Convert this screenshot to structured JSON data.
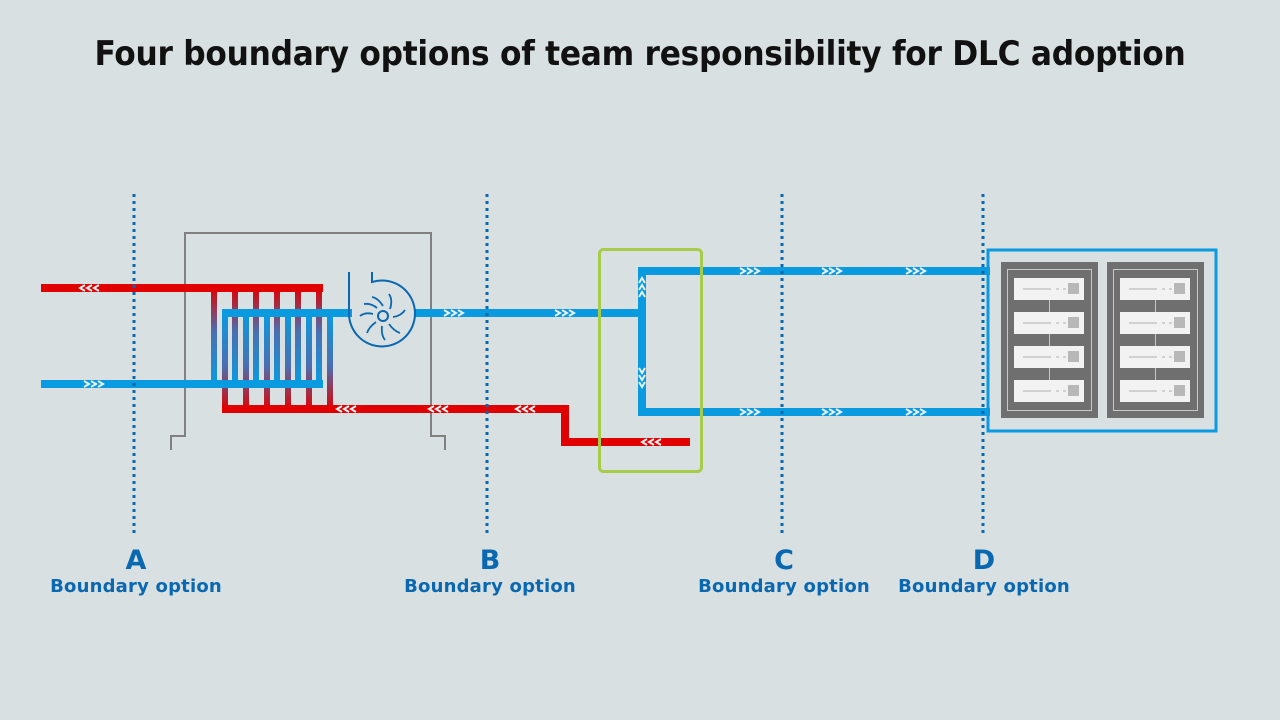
{
  "title": "Four boundary options of team responsibility for DLC adoption",
  "colors": {
    "background": "#d8e0e2",
    "hot": "#e00000",
    "cold": "#0a9ae0",
    "boundary": "#0a68b0",
    "cdu_frame": "#a6cc4a",
    "housing": "#808080",
    "rack": "#6f6f6f",
    "server": "#f2f2f2"
  },
  "boundaries": [
    {
      "letter": "A",
      "label": "Boundary option"
    },
    {
      "letter": "B",
      "label": "Boundary option"
    },
    {
      "letter": "C",
      "label": "Boundary option"
    },
    {
      "letter": "D",
      "label": "Boundary option"
    }
  ],
  "components": {
    "heat_exchanger": "heat-exchanger-coil",
    "pump": "fan-pump-icon",
    "cdu": "coolant-distribution-unit",
    "racks": "server-racks"
  },
  "racks": [
    {
      "servers": 4
    },
    {
      "servers": 4
    }
  ]
}
